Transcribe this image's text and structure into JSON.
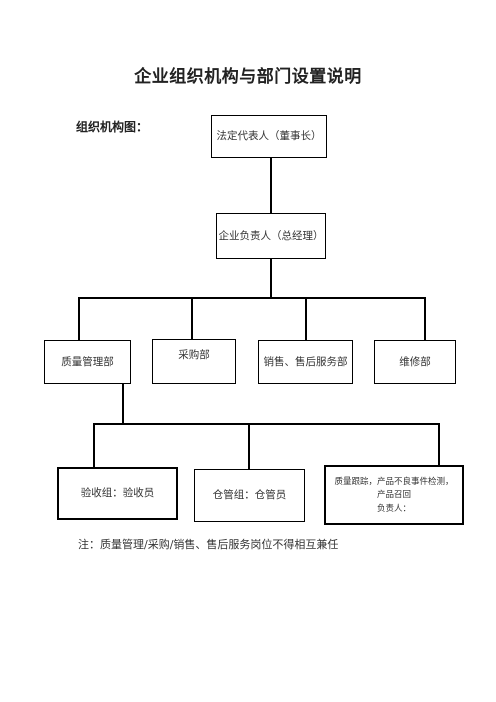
{
  "title": "企业组织机构与部门设置说明",
  "subtitle": "组织机构图：",
  "nodes": {
    "legal_rep": "法定代表人（董事长）",
    "general_manager": "企业负责人（总经理）",
    "quality_dept": "质量管理部",
    "purchasing_dept": "采购部",
    "sales_service_dept": "销售、售后服务部",
    "maintenance_dept": "维修部",
    "acceptance_group": "验收组：验收员",
    "warehouse_group": "仓管组：仓管员",
    "quality_tracking": {
      "line1": "质量跟踪，产品不良事件检测，",
      "line2": "产品召回",
      "line3": "负责人："
    }
  },
  "note": "注：质量管理/采购/销售、售后服务岗位不得相互兼任"
}
